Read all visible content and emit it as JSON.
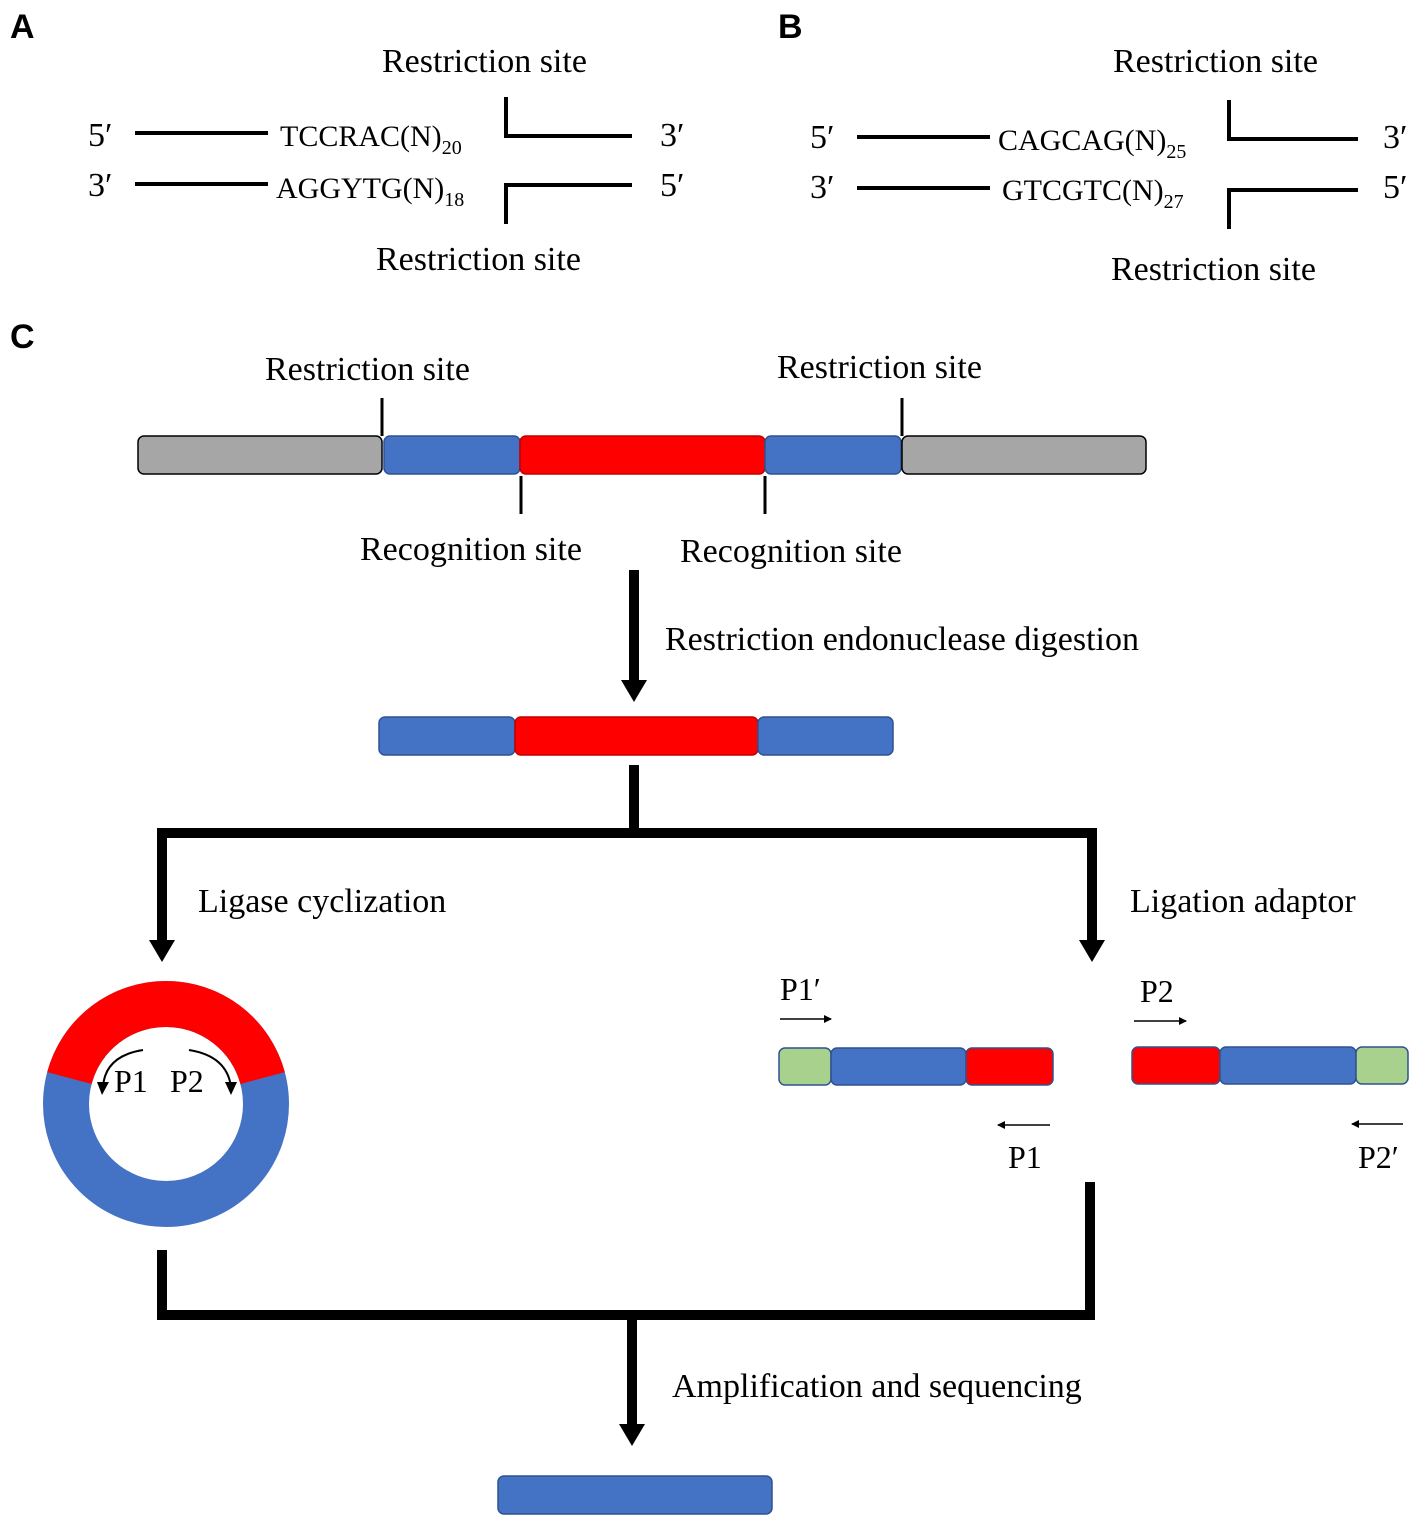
{
  "panels": {
    "a": "A",
    "b": "B",
    "c": "C"
  },
  "strand_ends": {
    "five": "5′",
    "three": "3′"
  },
  "panel_a": {
    "top_label": "Restriction site",
    "bottom_label": "Restriction site",
    "top_seq": "TCCRAC(N)",
    "top_sub": "20",
    "bottom_seq": "AGGYTG(N)",
    "bottom_sub": "18"
  },
  "panel_b": {
    "top_label": "Restriction site",
    "bottom_label": "Restriction site",
    "top_seq": "CAGCAG(N)",
    "top_sub": "25",
    "bottom_seq": "GTCGTC(N)",
    "bottom_sub": "27"
  },
  "panel_c": {
    "restriction_site_left": "Restriction site",
    "restriction_site_right": "Restriction site",
    "recognition_site_left": "Recognition site",
    "recognition_site_right": "Recognition site",
    "step_digestion": "Restriction endonuclease digestion",
    "step_cyclization": "Ligase cyclization",
    "step_adaptor": "Ligation adaptor",
    "step_amplification": "Amplification and sequencing",
    "primers": {
      "p1": "P1",
      "p2": "P2",
      "p1_prime": "P1′",
      "p2_prime": "P2′"
    }
  },
  "colors": {
    "flank": "#a6a6a6",
    "target": "#4472c4",
    "recognition": "#ff0000",
    "adaptor": "#a9d18e"
  }
}
